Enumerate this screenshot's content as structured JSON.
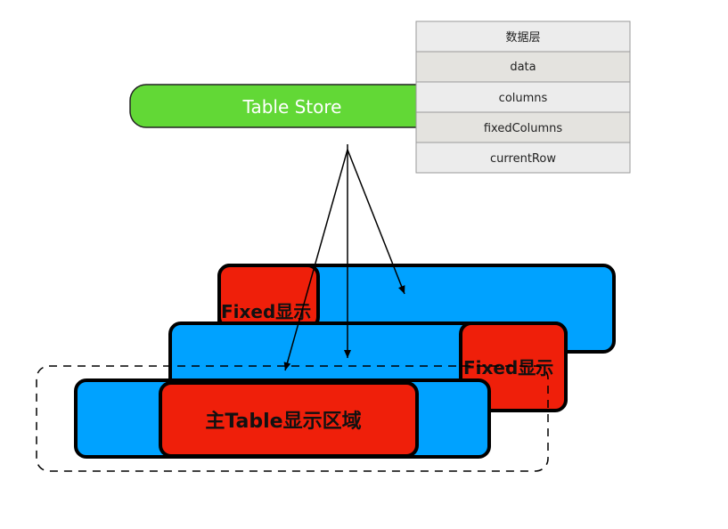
{
  "store": {
    "label": "Table Store"
  },
  "data_layer": {
    "header": "数据层",
    "rows": [
      "data",
      "columns",
      "fixedColumns",
      "currentRow"
    ]
  },
  "layers": {
    "back_fixed_label": "Fixed显示",
    "mid_fixed_label": "Fixed显示",
    "main_label": "主Table显示区域"
  },
  "colors": {
    "store_fill": "#62d836",
    "blue_fill": "#00a2ff",
    "red_fill": "#ef1f0a",
    "table_header_fill": "#ececec",
    "table_row_alt_fill": "#e4e3df"
  }
}
